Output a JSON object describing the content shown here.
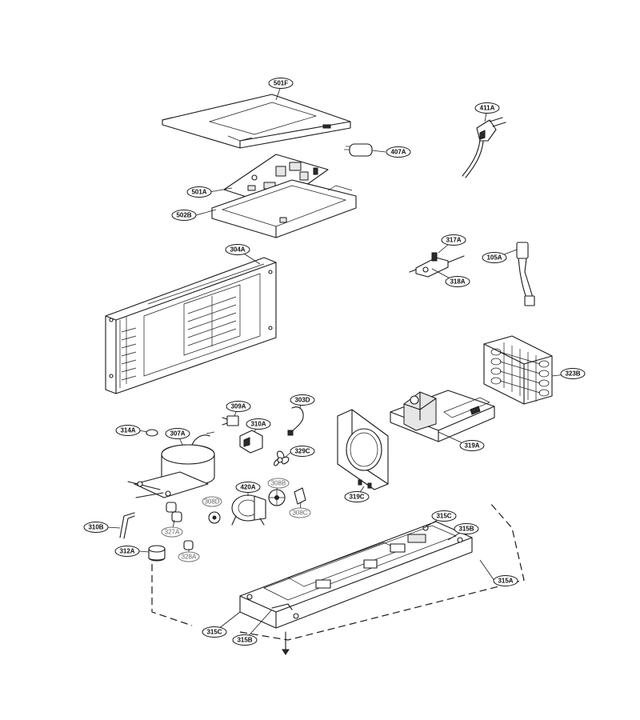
{
  "diagram": {
    "labels": {
      "l501F": "501F",
      "l411A": "411A",
      "l407A": "407A",
      "l501A": "501A",
      "l502B": "502B",
      "l304A": "304A",
      "l317A": "317A",
      "l105A": "105A",
      "l318A": "318A",
      "l323B": "323B",
      "l309A": "309A",
      "l303D": "303D",
      "l310A": "310A",
      "l314A": "314A",
      "l307A": "307A",
      "l329C": "329C",
      "l319A": "319A",
      "l420A": "420A",
      "l308B": "308B",
      "l308C": "308C",
      "l308D": "308D",
      "l319C": "319C",
      "l310B": "310B",
      "l327A": "327A",
      "l312A": "312A",
      "l328A": "328A",
      "l315C_top": "315C",
      "l315B_top": "315B",
      "l315A": "315A",
      "l315C_bottom": "315C",
      "l315B_bottom": "315B"
    }
  }
}
